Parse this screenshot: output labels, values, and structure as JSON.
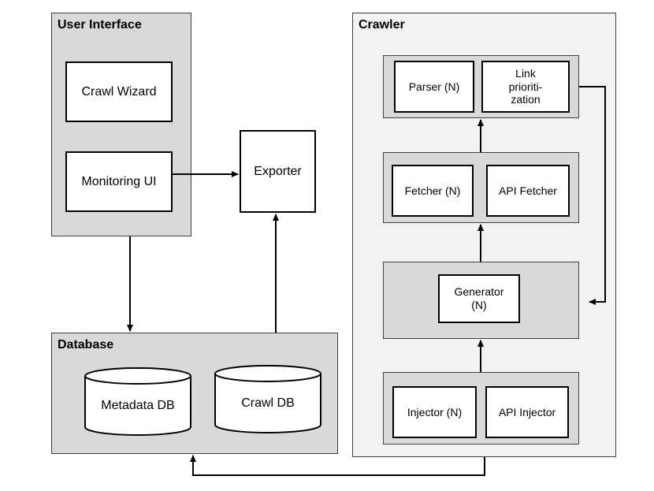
{
  "user_interface": {
    "title": "User Interface",
    "crawl_wizard": "Crawl Wizard",
    "monitoring_ui": "Monitoring UI"
  },
  "exporter": "Exporter",
  "database": {
    "title": "Database",
    "metadata_db": "Metadata DB",
    "crawl_db": "Crawl DB"
  },
  "crawler": {
    "title": "Crawler",
    "parser": "Parser (N)",
    "link_prioritization": [
      "Link",
      "prioriti-",
      "zation"
    ],
    "fetcher": "Fetcher (N)",
    "api_fetcher": "API Fetcher",
    "generator": [
      "Generator",
      "(N)"
    ],
    "injector": "Injector (N)",
    "api_injector": "API Injector"
  }
}
